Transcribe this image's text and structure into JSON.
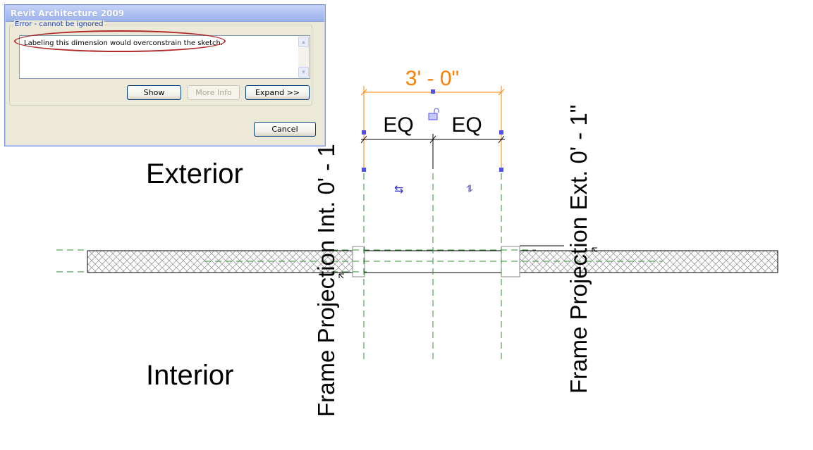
{
  "dialog": {
    "title": "Revit Architecture 2009",
    "group_label": "Error - cannot be ignored",
    "message": "Labeling this dimension would overconstrain the sketch.",
    "buttons": {
      "show": "Show",
      "more_info": "More Info",
      "expand": "Expand >>",
      "cancel": "Cancel"
    }
  },
  "drawing": {
    "dimension_overall": "3' - 0\"",
    "eq_left": "EQ",
    "eq_right": "EQ",
    "exterior_label": "Exterior",
    "interior_label": "Interior",
    "frame_projection_int": "Frame Projection Int. 0' - 1\"",
    "frame_projection_ext": "Frame Projection Ext. 0' - 1\"",
    "flip_symbol_left": "⇆",
    "flip_symbol_right": "⥮"
  },
  "colors": {
    "dimension_orange": "#ff8000",
    "reference_green": "#2f8f2f",
    "grip_blue": "#5050f0",
    "highlight_red": "#b02a2a"
  }
}
